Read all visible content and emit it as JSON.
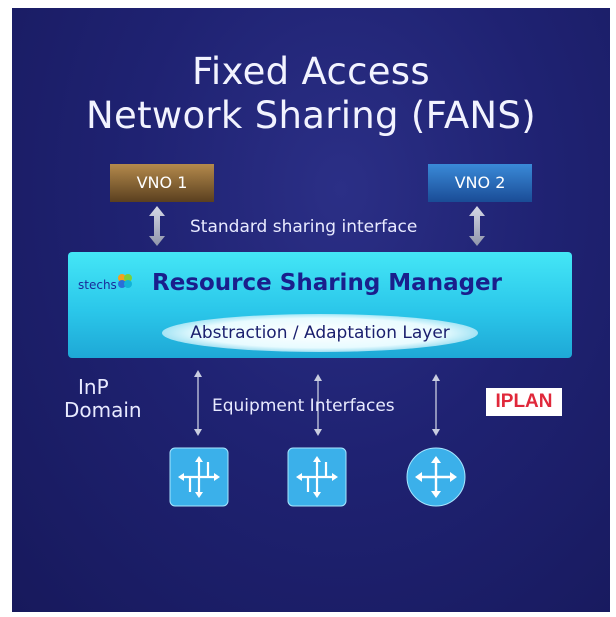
{
  "title": {
    "line1": "Fixed Access",
    "line2": "Network Sharing (FANS)"
  },
  "vno": [
    {
      "label": "VNO 1",
      "color": "#a07a43"
    },
    {
      "label": "VNO 2",
      "color": "#2a6fc0"
    }
  ],
  "standard_interface_label": "Standard sharing interface",
  "resource_manager": {
    "brand": "stechs",
    "title": "Resource Sharing Manager",
    "layer": "Abstraction / Adaptation Layer",
    "color": "#34d2ee"
  },
  "inp_domain": {
    "line1": "InP",
    "line2": "Domain"
  },
  "equipment_interfaces_label": "Equipment Interfaces",
  "partner_logo": "IPLAN",
  "equipment_icons": [
    "switch-icon",
    "switch-icon",
    "router-icon"
  ]
}
